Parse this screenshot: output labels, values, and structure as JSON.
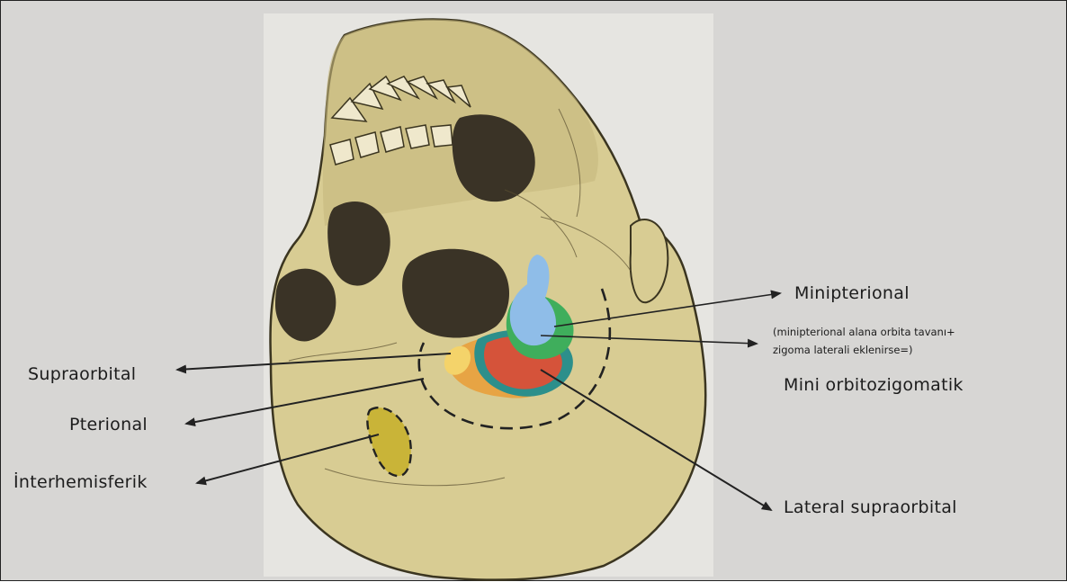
{
  "labels": {
    "minipterional": "Minipterional",
    "note_line1": "(minipterional  alana orbita tavanı+",
    "note_line2": "zigoma laterali eklenirse=)",
    "mini_orbitozigomatik": "Mini orbitozigomatik",
    "supraorbital": "Supraorbital",
    "pterional": "Pterional",
    "interhemisferik": "İnterhemisferik",
    "lateral_supraorbital": "Lateral supraorbital"
  },
  "colors": {
    "background": "#d7d6d4",
    "panel": "#e6e5e1",
    "bone": "#d8cc93",
    "bone_outline": "#3b3520",
    "cavity": "#3a3326",
    "blue_region": "#8fbde8",
    "green_ring": "#3fae5c",
    "red_region": "#d5533a",
    "orange_region": "#e9a03c",
    "teal_ring": "#2c8f8b",
    "yellow_patch": "#c9b438",
    "arrows": "#222222"
  },
  "icons": {
    "region_markers": "colored-overlay-shapes",
    "pointers": "arrow-lines"
  }
}
